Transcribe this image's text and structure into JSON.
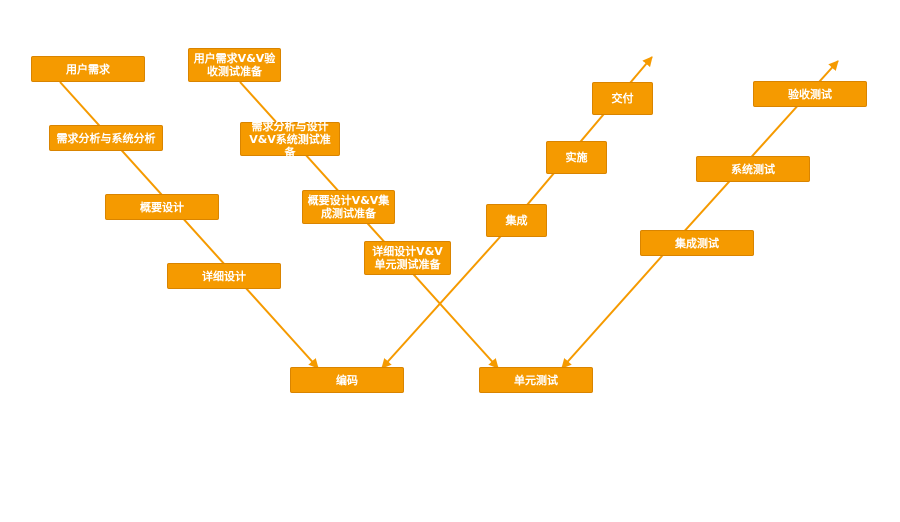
{
  "diagram": {
    "colors": {
      "box_fill": "#f59a00",
      "box_border": "#d98400",
      "arrow": "#f59a00",
      "text": "#ffffff"
    },
    "nodes": {
      "user_req": "用户需求",
      "req_analysis": "需求分析与系统分析",
      "outline_design": "概要设计",
      "detail_design": "详细设计",
      "coding": "编码",
      "user_req_vv": "用户需求V&V验收测试准备",
      "req_vv": "需求分析与设计V&V系统测试准备",
      "outline_vv": "概要设计V&V集成测试准备",
      "detail_vv": "详细设计V&V单元测试准备",
      "unit_test": "单元测试",
      "integrate": "集成",
      "implement": "实施",
      "deliver": "交付",
      "integration_test": "集成测试",
      "system_test": "系统测试",
      "acceptance_test": "验收测试"
    }
  }
}
